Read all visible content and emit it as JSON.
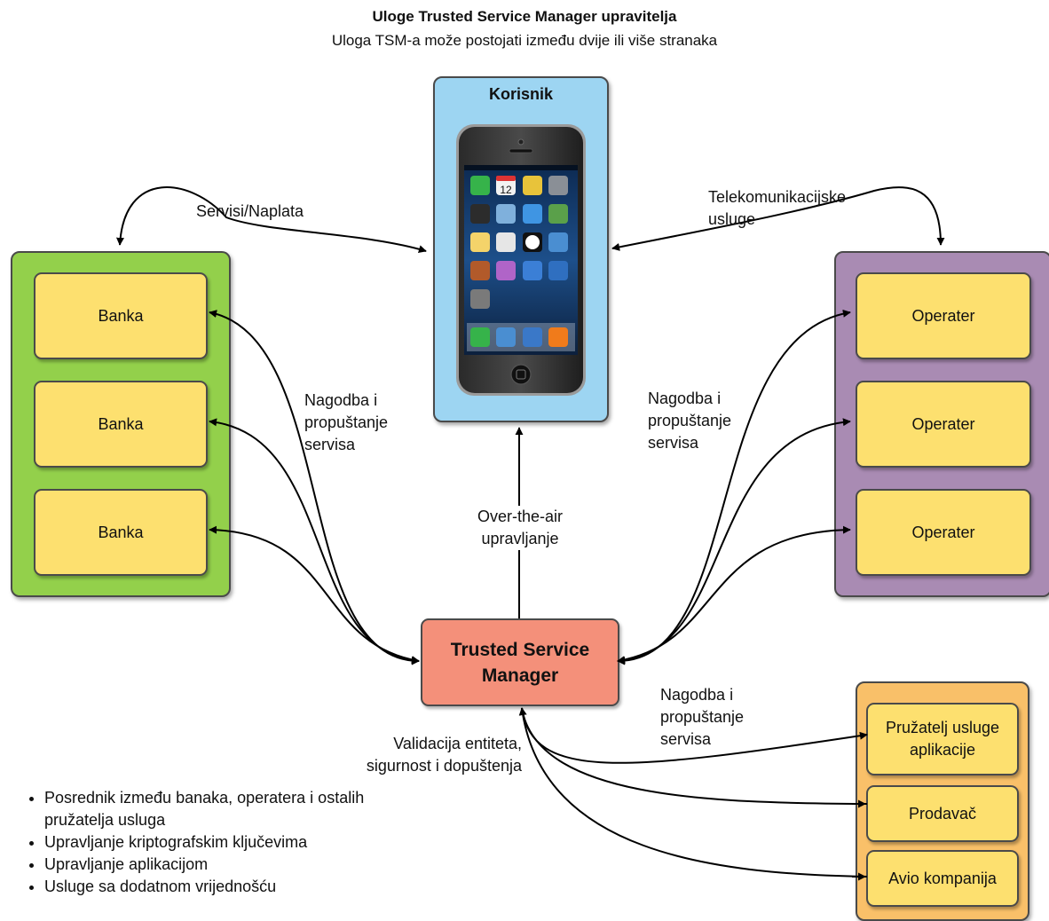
{
  "title": "Uloge Trusted Service Manager upravitelja",
  "subtitle": "Uloga TSM-a može postojati između dvije ili više stranaka",
  "user": {
    "label": "Korisnik",
    "device_icon": "smartphone-icon",
    "clock": "12"
  },
  "banks": [
    {
      "label": "Banka"
    },
    {
      "label": "Banka"
    },
    {
      "label": "Banka"
    }
  ],
  "operators": [
    {
      "label": "Operater"
    },
    {
      "label": "Operater"
    },
    {
      "label": "Operater"
    }
  ],
  "tsm": {
    "line1": "Trusted Service",
    "line2": "Manager"
  },
  "providers": [
    {
      "line1": "Pružatelj usluge",
      "line2": "aplikacije"
    },
    {
      "label": "Prodavač"
    },
    {
      "label": "Avio kompanija"
    }
  ],
  "edges": {
    "services_billing": "Servisi/Naplata",
    "telecom_1": "Telekomunikacijske",
    "telecom_2": "usluge",
    "settlement_left": [
      "Nagodba i",
      "propuštanje",
      "servisa"
    ],
    "settlement_right": [
      "Nagodba i",
      "propuštanje",
      "servisa"
    ],
    "settlement_bottom": [
      "Nagodba i",
      "propuštanje",
      "servisa"
    ],
    "ota_1": "Over-the-air",
    "ota_2": "upravljanje",
    "validation_1": "Validacija entiteta,",
    "validation_2": "sigurnost i dopuštenja"
  },
  "bullets": [
    "Posrednik između banaka, operatera i ostalih pružatelja usluga",
    "Upravljanje kriptografskim ključevima",
    "Upravljanje aplikacijom",
    "Usluge sa dodatnom vrijednošću"
  ],
  "colors": {
    "bank_group": "#93d04b",
    "operator_group": "#a98bb3",
    "user_group": "#9dd5f2",
    "provider_group": "#f9c069",
    "entity_box": "#fde06f",
    "tsm_box": "#f4907a"
  }
}
